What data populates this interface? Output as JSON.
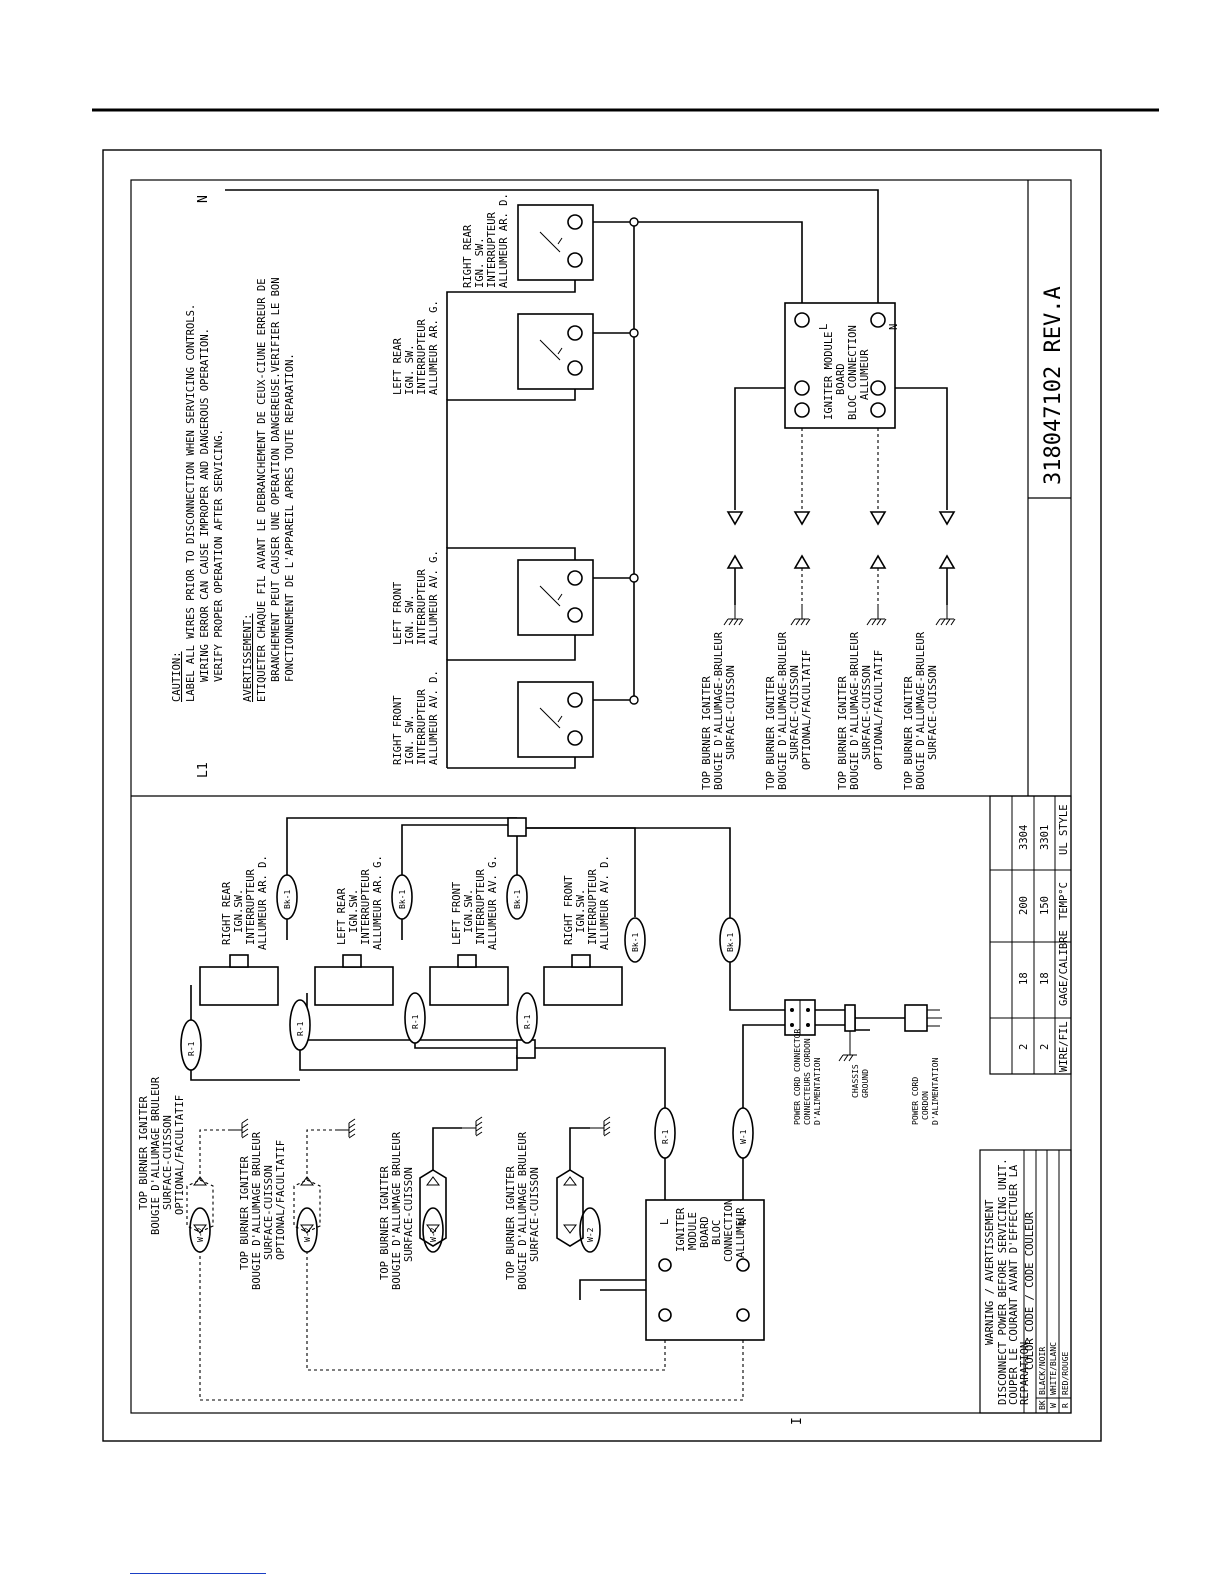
{
  "document": {
    "part_number": "31804710",
    "revision": "2 REV.A",
    "page_mark": "I"
  },
  "caution": {
    "title": "CAUTION:",
    "lines": [
      "LABEL ALL WIRES PRIOR TO DISCONNECTION WHEN SERVICING CONTROLS.",
      "WIRING ERROR CAN CAUSE IMPROPER AND DANGEROUS OPERATION.",
      "VERIFY PROPER OPERATION AFTER SERVICING."
    ]
  },
  "avertissement": {
    "title": "AVERTISSEMENT:",
    "lines": [
      "ETIQUETER CHAQUE FIL AVANT LE DEBRANCHEMENT DE CEUX-CIUNE ERREUR DE",
      "BRANCHEMENT PEUT CAUSER UNE OPERATION DANGEREUSE.VERIFIER LE BON",
      "FONCTIONNEMENT DE L'APPAREIL APRES TOUTE REPARATION."
    ]
  },
  "schematic": {
    "line_l1": "L1",
    "line_n": "N",
    "switches": [
      {
        "lines": [
          "RIGHT REAR",
          "IGN. SW.",
          "INTERRUPTEUR",
          "ALLUMEUR AR. D."
        ]
      },
      {
        "lines": [
          "LEFT REAR",
          "IGN. SW.",
          "INTERRUPTEUR",
          "ALLUMEUR AR. G."
        ]
      },
      {
        "lines": [
          "LEFT FRONT",
          "IGN. SW.",
          "INTERRUPTEUR",
          "ALLUMEUR AV. G."
        ]
      },
      {
        "lines": [
          "RIGHT FRONT",
          "IGN. SW.",
          "INTERRUPTEUR",
          "ALLUMEUR AV. D."
        ]
      }
    ],
    "module": {
      "lines": [
        "IGNITER MODULE",
        "BOARD",
        "BLOC CONNECTION",
        "ALLUMEUR"
      ],
      "pin_l": "L",
      "pin_n": "N"
    },
    "igniters": [
      {
        "lines": [
          "TOP BURNER IGNITER",
          "BOUGIE D'ALLUMAGE-BRULEUR",
          "SURFACE-CUISSON"
        ]
      },
      {
        "lines": [
          "TOP BURNER IGNITER",
          "BOUGIE D'ALLUMAGE-BRULEUR",
          "SURFACE-CUISSON",
          "OPTIONAL/FACULTATIF"
        ]
      },
      {
        "lines": [
          "TOP BURNER IGNITER",
          "BOUGIE D'ALLUMAGE-BRULEUR",
          "SURFACE-CUISSON",
          "OPTIONAL/FACULTATIF"
        ]
      },
      {
        "lines": [
          "TOP BURNER IGNITER",
          "BOUGIE D'ALLUMAGE-BRULEUR",
          "SURFACE-CUISSON"
        ]
      }
    ]
  },
  "wiring": {
    "switches": [
      {
        "lines": [
          "RIGHT REAR",
          "IGN.SW.",
          "INTERRUPTEUR",
          "ALLUMEUR AR. D."
        ],
        "black_wire": "Bk-1",
        "red_wire": "R-1"
      },
      {
        "lines": [
          "LEFT REAR",
          "IGN.SW.",
          "INTERRUPTEUR",
          "ALLUMEUR AR. G."
        ],
        "black_wire": "Bk-1",
        "red_wire": "R-1"
      },
      {
        "lines": [
          "LEFT FRONT",
          "IGN.SW.",
          "INTERRUPTEUR",
          "ALLUMEUR AV. G."
        ],
        "black_wire": "Bk-1",
        "red_wire": "R-1"
      },
      {
        "lines": [
          "RIGHT FRONT",
          "IGN.SW.",
          "INTERRUPTEUR",
          "ALLUMEUR AV. D."
        ],
        "black_wire": "Bk-1",
        "red_wire": "R-1"
      }
    ],
    "main_black": "Bk-1",
    "module_red": "R-1",
    "module_white": "W-1",
    "igniter_wire": "W-2",
    "module": {
      "lines": [
        "L",
        "IGNITER",
        "MODULE",
        "BOARD",
        "BLOC",
        "CONNECTION",
        "ALLUMEUR",
        "N"
      ]
    },
    "igniters": [
      {
        "lines": [
          "TOP BURNER IGNITER",
          "BOUGIE D'ALLUMAGE BRULEUR",
          "SURFACE-CUISSON",
          "OPTIONAL/FACULTATIF"
        ]
      },
      {
        "lines": [
          "TOP BURNER IGNITER",
          "BOUGIE D'ALLUMAGE BRULEUR",
          "SURFACE-CUISSON",
          "OPTIONAL/FACULTATIF"
        ]
      },
      {
        "lines": [
          "TOP BURNER IGNITER",
          "BOUGIE D'ALLUMAGE BRULEUR",
          "SURFACE-CUISSON"
        ]
      },
      {
        "lines": [
          "TOP BURNER IGNITER",
          "BOUGIE D'ALLUMAGE BRULEUR",
          "SURFACE-CUISSON"
        ]
      }
    ],
    "power_cord_connector": [
      "POWER CORD CONNECTOR",
      "CONNECTEURS CORDON",
      "D'ALIMENTATION"
    ],
    "chassis_ground": [
      "CHASSIS",
      "GROUND"
    ],
    "power_cord": [
      "POWER CORD",
      "CORDON",
      "D'ALIMENTATION"
    ]
  },
  "wire_table": {
    "headers": [
      "WIRE/FIL",
      "GAGE/CALIBRE",
      "TEMP°C",
      "UL STYLE"
    ],
    "rows": [
      [
        "2",
        "18",
        "150",
        "3301"
      ],
      [
        "2",
        "18",
        "200",
        "3304"
      ]
    ]
  },
  "color_code": {
    "warning_title": "WARNING / AVERTISSEMENT",
    "warning_lines": [
      "DISCONNECT POWER BEFORE SERVICING UNIT.",
      "COUPER LE COURANT AVANT D'EFFECTUER LA",
      "REPARATION."
    ],
    "header": "COLOR CODE / CODE COULEUR",
    "rows": [
      {
        "code": "BK",
        "name": "BLACK/NOIR"
      },
      {
        "code": "W",
        "name": "WHITE/BLANC"
      },
      {
        "code": "R",
        "name": "RED/ROUGE"
      }
    ]
  }
}
